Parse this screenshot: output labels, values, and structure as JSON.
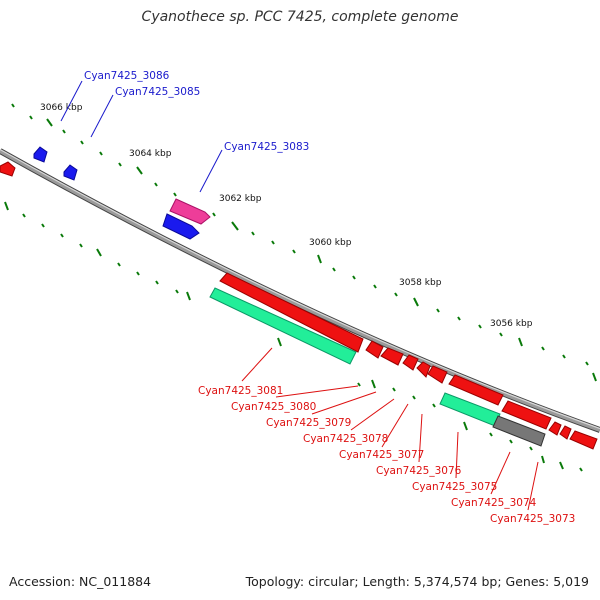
{
  "title": "Cyanothece sp. PCC 7425, complete genome",
  "footer": {
    "accession": "Accession: NC_011884",
    "genome_info": "Topology: circular; Length: 5,374,574 bp; Genes: 5,019"
  },
  "colors": {
    "backbone": "#888888",
    "forward_gene": "#1a1aee",
    "reverse_gene": "#ee1111",
    "rna_gene": "#ee3d99",
    "teal_gene": "#22ee99",
    "gray_gene": "#777777",
    "tick": "#0a7a0a",
    "forward_label": "#1a1acc",
    "reverse_label": "#dd1111"
  },
  "kbp_ticks": [
    "3066 kbp",
    "3064 kbp",
    "3062 kbp",
    "3060 kbp",
    "3058 kbp",
    "3056 kbp"
  ],
  "genes": {
    "forward": [
      {
        "id": "Cyan7425_3086",
        "color": "blue"
      },
      {
        "id": "Cyan7425_3085",
        "color": "blue"
      },
      {
        "id": "Cyan7425_3083",
        "color": "pink"
      }
    ],
    "reverse": [
      {
        "id": "Cyan7425_3081",
        "color": "teal"
      },
      {
        "id": "Cyan7425_3080",
        "color": "red"
      },
      {
        "id": "Cyan7425_3079",
        "color": "red"
      },
      {
        "id": "Cyan7425_3078",
        "color": "red"
      },
      {
        "id": "Cyan7425_3077",
        "color": "red"
      },
      {
        "id": "Cyan7425_3076",
        "color": "red"
      },
      {
        "id": "Cyan7425_3075",
        "color": "teal"
      },
      {
        "id": "Cyan7425_3074",
        "color": "gray"
      },
      {
        "id": "Cyan7425_3073",
        "color": "red"
      }
    ]
  }
}
